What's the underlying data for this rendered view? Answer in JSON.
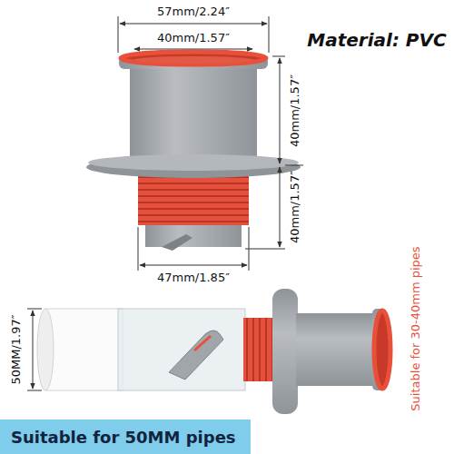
{
  "diagram": {
    "nodes": [
      {
        "text": [
          "Suitable for 50MM pipes"
        ]
      }
    ],
    "labels": [
      "57mm/2.24″",
      "40mm/1.57″",
      "Material: PVC",
      "40mm/1.57″",
      "40mm/1.57″",
      "47mm/1.85″",
      "50MM/1.97″",
      "Suitable for 30-40mm pipes"
    ]
  }
}
